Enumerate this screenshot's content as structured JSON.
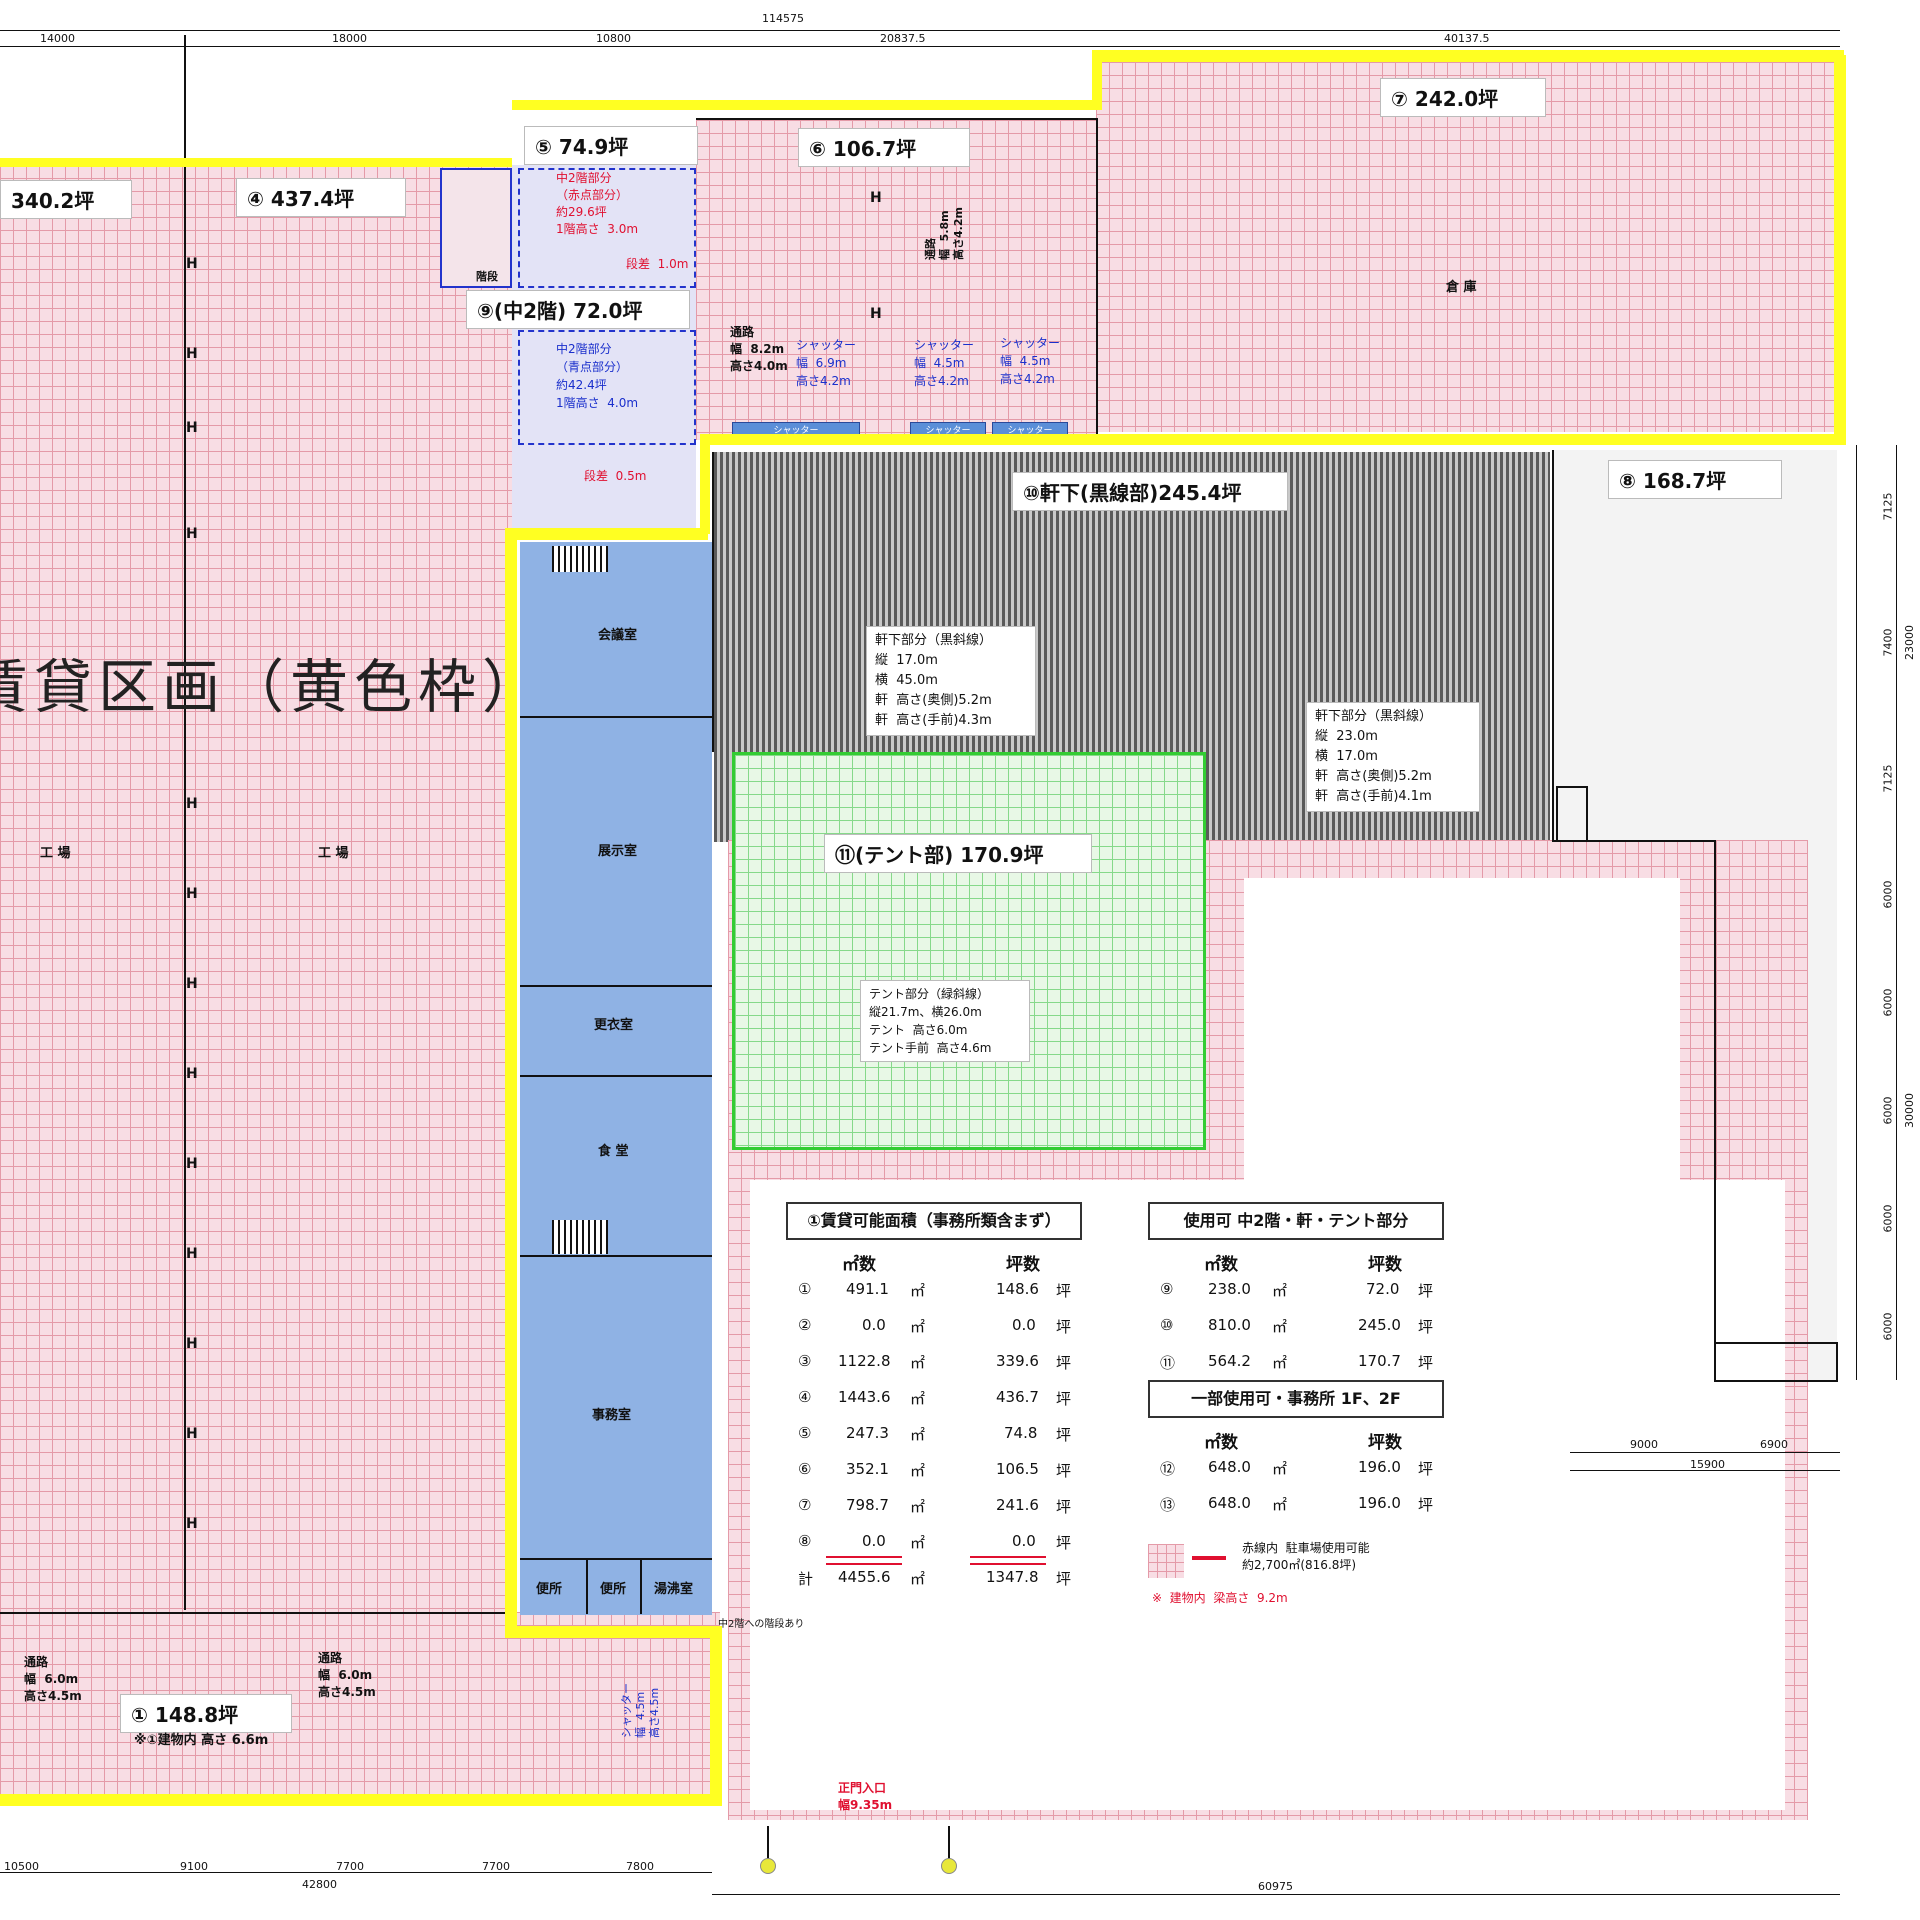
{
  "dimensions": {
    "top_total": "114575",
    "top_segments": [
      "14000",
      "18000",
      "10800",
      "20837.5",
      "40137.5"
    ],
    "bottom_segments": [
      "10500",
      "9100",
      "7700",
      "7700",
      "7800"
    ],
    "bottom_total_left": "42800",
    "bottom_total_right": "60975",
    "right_segments": [
      "7125",
      "7400",
      "7125",
      "6000",
      "6000",
      "6000",
      "6000",
      "6000"
    ],
    "right_totals": [
      "23000",
      "30000"
    ],
    "lower_right": [
      "9000",
      "6900",
      "15900"
    ]
  },
  "areas": {
    "a1": "① 148.8坪",
    "a1_note": "※①建物内 高さ 6.6m",
    "a3": "340.2坪",
    "a4": "④ 437.4坪",
    "a5": "⑤ 74.9坪",
    "a6": "⑥ 106.7坪",
    "a7": "⑦ 242.0坪",
    "a8": "⑧ 168.7坪",
    "a9": "⑨(中2階) 72.0坪",
    "a10": "⑩軒下(黒線部)245.4坪",
    "a11": "⑪(テント部) 170.9坪"
  },
  "watermark": "賃貸区画（黄色枠）",
  "rooms": {
    "kaigi": "会議室",
    "tenji": "展示室",
    "koui": "更衣室",
    "shokudo": "食 堂",
    "jimu": "事務室",
    "benjo1": "便所",
    "benjo2": "便所",
    "yutou": "湯沸室",
    "kojo1": "工 場",
    "kojo2": "工 場",
    "souko": "倉 庫",
    "kaidan": "階段"
  },
  "notes": {
    "mezz_red": "中2階部分\n（赤点部分）\n約29.6坪\n1階高さ  3.0m",
    "step1": "段差  1.0m",
    "mezz_blue": "中2階部分\n（青点部分）\n約42.4坪\n1階高さ  4.0m",
    "step2": "段差  0.5m",
    "road1": "通路\n幅  8.2m\n高さ4.0m",
    "shutter1": "シャッター\n幅  6.9m\n高さ4.2m",
    "shutter2": "シャッター\n幅  4.5m\n高さ4.2m",
    "shutter3": "シャッター\n幅  4.5m\n高さ4.2m",
    "eave1": "軒下部分（黒斜線）\n縦  17.0m\n横  45.0m\n軒  高さ(奥側)5.2m\n軒  高さ(手前)4.3m",
    "eave2": "軒下部分（黒斜線）\n縦  23.0m\n横  17.0m\n軒  高さ(奥側)5.2m\n軒  高さ(手前)4.1m",
    "tent": "テント部分（緑斜線）\n縦21.7m、横26.0m\nテント  高さ6.0m\nテント手前  高さ4.6m",
    "road_left1": "通路\n幅  6.0m\n高さ4.5m",
    "road_left2": "通路\n幅  6.0m\n高さ4.5m",
    "entrance": "正門入口\n幅9.35m",
    "mezz_stair": "中2階への階段あり",
    "parking": "赤線内  駐車場使用可能\n約2,700㎡(816.8坪)",
    "height_note": "※  建物内  梁高さ  9.2m",
    "shutter_label": "シャッター",
    "shutter_side": "シャッター\n幅  4.5m\n高さ4.5m",
    "rotated_roads": "通路\n幅  5.8m\n高さ4.2m"
  },
  "table1": {
    "title": "①賃貸可能面積（事務所類含まず）",
    "headers": [
      "㎡数",
      "坪数"
    ],
    "rows": [
      [
        "①",
        "491.1",
        "㎡",
        "148.6",
        "坪"
      ],
      [
        "②",
        "0.0",
        "㎡",
        "0.0",
        "坪"
      ],
      [
        "③",
        "1122.8",
        "㎡",
        "339.6",
        "坪"
      ],
      [
        "④",
        "1443.6",
        "㎡",
        "436.7",
        "坪"
      ],
      [
        "⑤",
        "247.3",
        "㎡",
        "74.8",
        "坪"
      ],
      [
        "⑥",
        "352.1",
        "㎡",
        "106.5",
        "坪"
      ],
      [
        "⑦",
        "798.7",
        "㎡",
        "241.6",
        "坪"
      ],
      [
        "⑧",
        "0.0",
        "㎡",
        "0.0",
        "坪"
      ],
      [
        "計",
        "4455.6",
        "㎡",
        "1347.8",
        "坪"
      ]
    ]
  },
  "table2": {
    "title": "使用可  中2階・軒・テント部分",
    "headers": [
      "㎡数",
      "坪数"
    ],
    "rows": [
      [
        "⑨",
        "238.0",
        "㎡",
        "72.0",
        "坪"
      ],
      [
        "⑩",
        "810.0",
        "㎡",
        "245.0",
        "坪"
      ],
      [
        "⑪",
        "564.2",
        "㎡",
        "170.7",
        "坪"
      ]
    ]
  },
  "table3": {
    "title": "一部使用可・事務所  1F、2F",
    "headers": [
      "㎡数",
      "坪数"
    ],
    "rows": [
      [
        "⑫",
        "648.0",
        "㎡",
        "196.0",
        "坪"
      ],
      [
        "⑬",
        "648.0",
        "㎡",
        "196.0",
        "坪"
      ]
    ]
  },
  "colors": {
    "rental_frame": "#ffff22",
    "parking_grid": "#e49aa8",
    "office": "#8fb2e4",
    "tent": "#86d98a"
  }
}
